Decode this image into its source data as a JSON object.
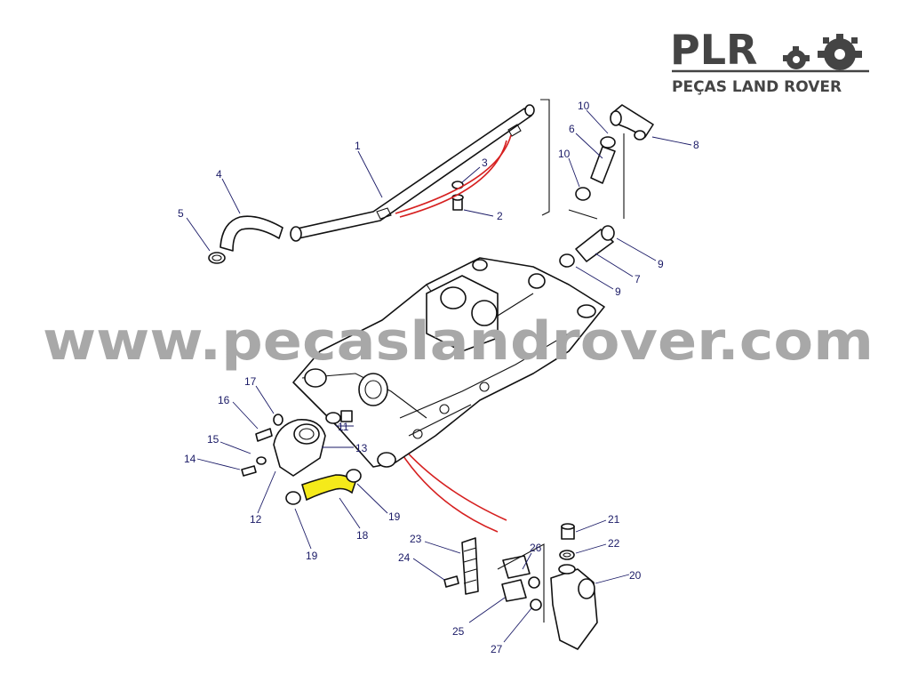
{
  "logo": {
    "brand": "PLR",
    "subtitle": "PEÇAS LAND ROVER"
  },
  "watermark": "www.pecaslandrover.com",
  "colors": {
    "callout": "#1a1a66",
    "highlight": "#f5ea1a",
    "red_line": "#d62020",
    "watermark": "#a8a8a8",
    "logo": "#444444"
  },
  "callouts": [
    "1",
    "2",
    "3",
    "4",
    "5",
    "6",
    "7",
    "8",
    "9",
    "9",
    "10",
    "10",
    "11",
    "12",
    "13",
    "14",
    "15",
    "16",
    "17",
    "18",
    "19",
    "19",
    "20",
    "21",
    "22",
    "23",
    "24",
    "25",
    "26",
    "27"
  ],
  "highlighted_part": "18"
}
